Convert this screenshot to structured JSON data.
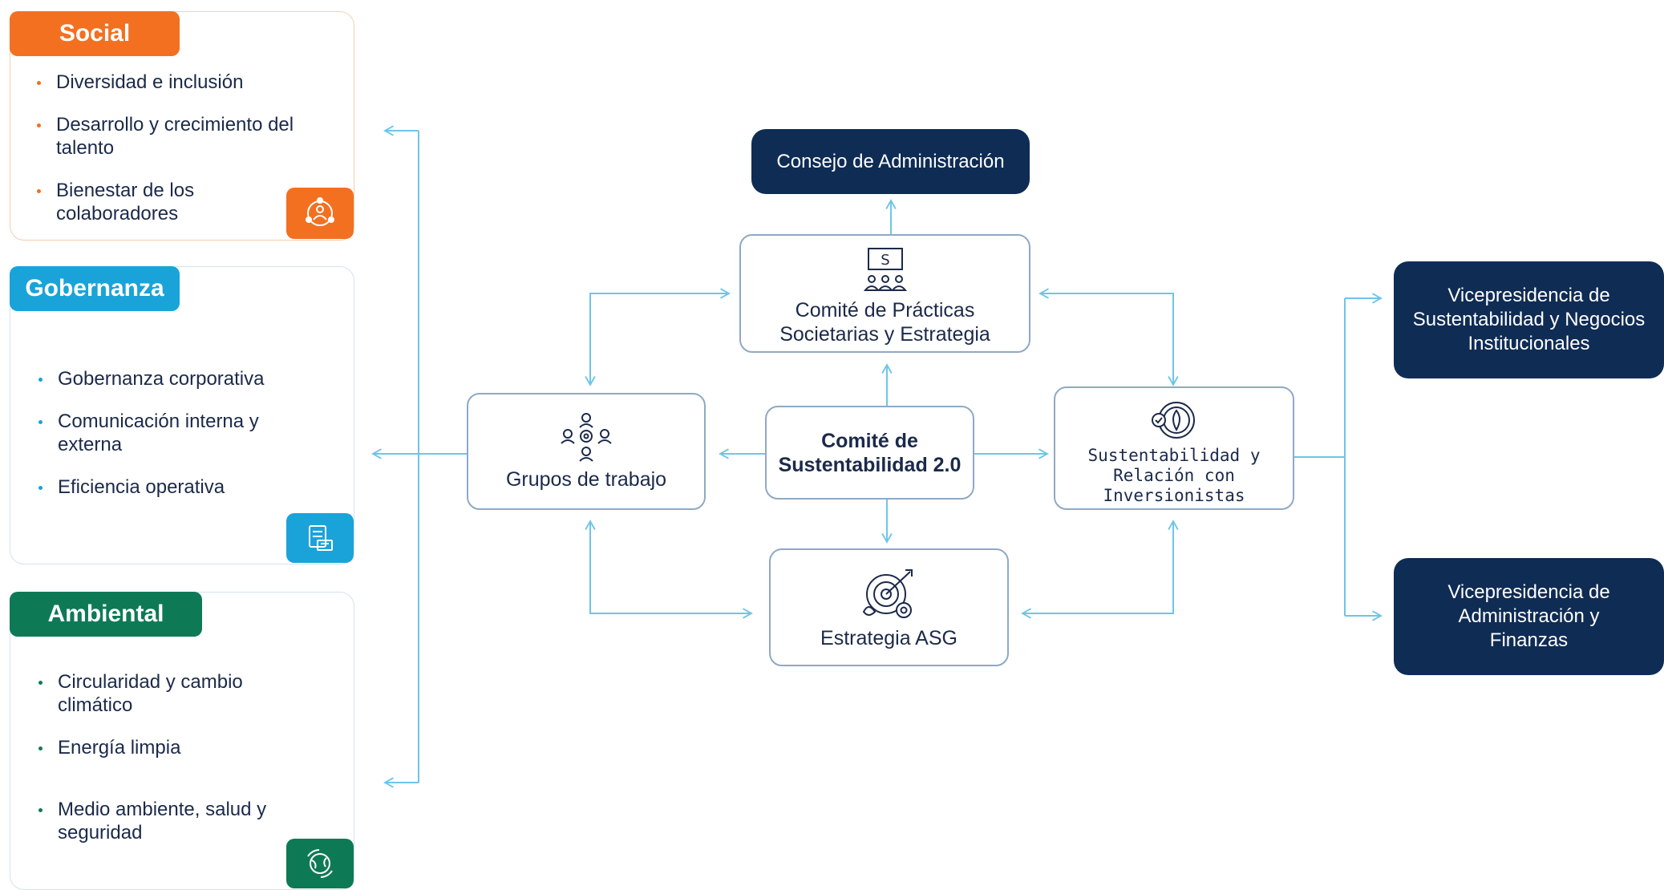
{
  "categories": {
    "social": {
      "title": "Social",
      "color": "#f37021",
      "icon": "people-network-icon",
      "items": [
        "Diversidad e inclusión",
        "Desarrollo y crecimiento del talento",
        "Bienestar de los colaboradores"
      ]
    },
    "gobernanza": {
      "title": "Gobernanza",
      "color": "#1aa3d9",
      "icon": "document-pen-icon",
      "items": [
        "Gobernanza corporativa",
        "Comunicación interna y externa",
        "Eficiencia operativa"
      ]
    },
    "ambiental": {
      "title": "Ambiental",
      "color": "#0e7a55",
      "icon": "globe-recycle-icon",
      "items": [
        "Circularidad y cambio climático",
        "Energía limpia",
        "Medio ambiente, salud y seguridad"
      ]
    }
  },
  "diagram": {
    "consejo": "Consejo de Administración",
    "practicas": "Comité de Prácticas Societarias y Estrategia",
    "comite": "Comité de Sustentabilidad 2.0",
    "grupos": "Grupos de trabajo",
    "sustentabilidad": "Sustentabilidad y Relación con Inversionistas",
    "estrategia": "Estrategia ASG",
    "vp_sustentabilidad": "Vicepresidencia de Sustentabilidad y Negocios Institucionales",
    "vp_administracion": "Vicepresidencia de Administración y Finanzas"
  },
  "colors": {
    "navy": "#0f2c55",
    "line": "#6ec5e8",
    "border": "#8fa9c4"
  }
}
